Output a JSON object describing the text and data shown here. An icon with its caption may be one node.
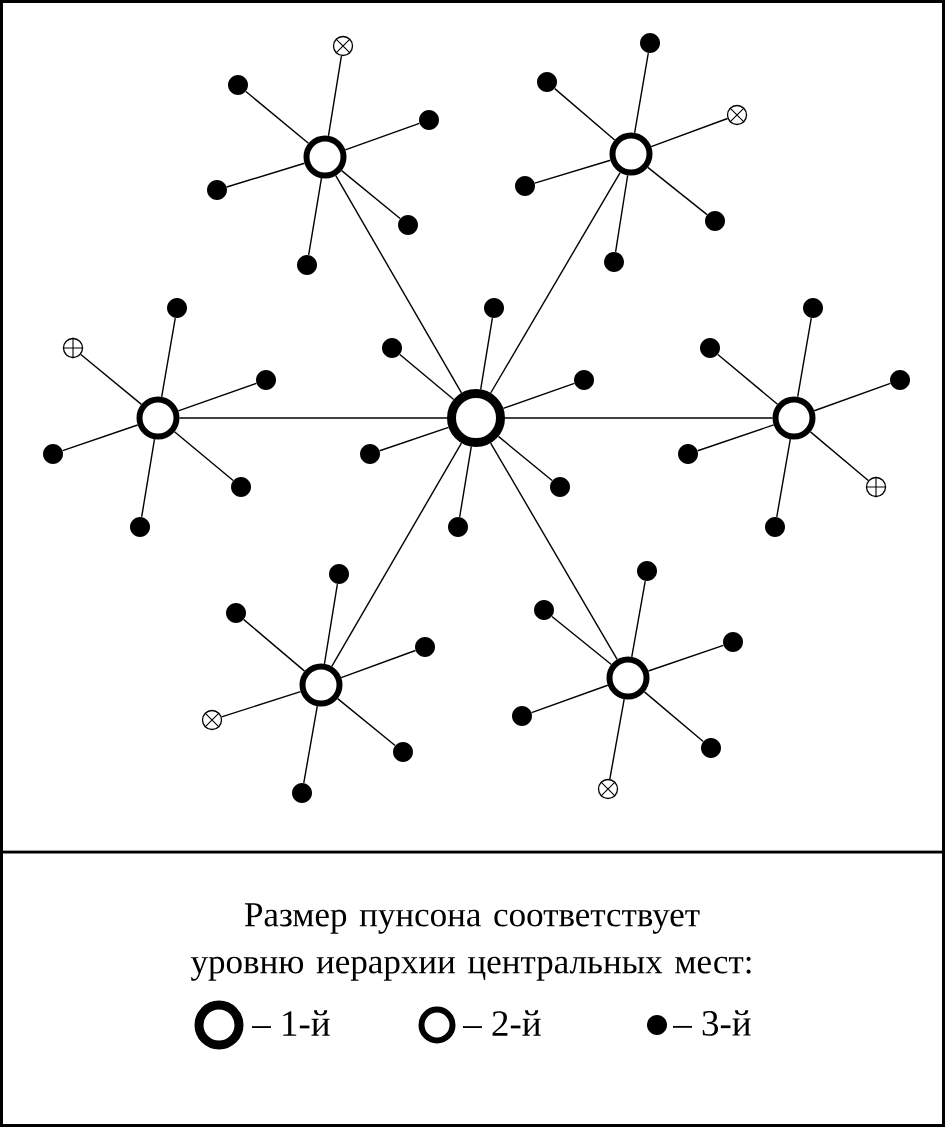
{
  "diagram": {
    "nodes": [
      {
        "text": [],
        "shape": "dot"
      },
      {
        "text": [],
        "shape": "cross"
      },
      {
        "text": [],
        "shape": "dot"
      },
      {
        "text": [],
        "shape": "dot"
      },
      {
        "text": [],
        "shape": "cross"
      },
      {
        "text": [],
        "shape": "dot"
      },
      {
        "text": [],
        "shape": "ring"
      },
      {
        "text": [],
        "shape": "ring"
      },
      {
        "text": [],
        "shape": "dot"
      },
      {
        "text": [],
        "shape": "dot"
      },
      {
        "text": [],
        "shape": "dot"
      },
      {
        "text": [],
        "shape": "dot"
      },
      {
        "text": [],
        "shape": "dot"
      },
      {
        "text": [],
        "shape": "dot"
      },
      {
        "text": [],
        "shape": "dot"
      },
      {
        "text": [],
        "shape": "dot"
      },
      {
        "text": [],
        "shape": "dot"
      },
      {
        "text": [],
        "shape": "plus"
      },
      {
        "text": [],
        "shape": "dot"
      },
      {
        "text": [],
        "shape": "dot"
      },
      {
        "text": [],
        "shape": "dot"
      },
      {
        "text": [],
        "shape": "dot"
      },
      {
        "text": [],
        "shape": "dot"
      },
      {
        "text": [],
        "shape": "ring"
      },
      {
        "text": [],
        "shape": "ring"
      },
      {
        "text": [],
        "shape": "ring"
      },
      {
        "text": [],
        "shape": "dot"
      },
      {
        "text": [],
        "shape": "dot"
      },
      {
        "text": [],
        "shape": "dot"
      },
      {
        "text": [],
        "shape": "dot"
      },
      {
        "text": [],
        "shape": "dot"
      },
      {
        "text": [],
        "shape": "plus"
      },
      {
        "text": [],
        "shape": "dot"
      },
      {
        "text": [],
        "shape": "dot"
      },
      {
        "text": [],
        "shape": "dot"
      },
      {
        "text": [],
        "shape": "dot"
      },
      {
        "text": [],
        "shape": "dot"
      },
      {
        "text": [],
        "shape": "dot"
      },
      {
        "text": [],
        "shape": "dot"
      },
      {
        "text": [],
        "shape": "dot"
      },
      {
        "text": [],
        "shape": "dot"
      },
      {
        "text": [],
        "shape": "ring"
      },
      {
        "text": [],
        "shape": "ring"
      },
      {
        "text": [],
        "shape": "dot"
      },
      {
        "text": [],
        "shape": "cross"
      },
      {
        "text": [],
        "shape": "dot"
      },
      {
        "text": [],
        "shape": "dot"
      },
      {
        "text": [],
        "shape": "cross"
      },
      {
        "text": [],
        "shape": "dot"
      }
    ],
    "edges": [
      {
        "from": 24,
        "to": 7,
        "arrow": "none"
      },
      {
        "from": 24,
        "to": 6,
        "arrow": "none"
      },
      {
        "from": 24,
        "to": 23,
        "arrow": "none"
      },
      {
        "from": 24,
        "to": 25,
        "arrow": "none"
      },
      {
        "from": 24,
        "to": 42,
        "arrow": "none"
      },
      {
        "from": 24,
        "to": 41,
        "arrow": "none"
      },
      {
        "from": 24,
        "to": 15,
        "arrow": "none"
      },
      {
        "from": 24,
        "to": 18,
        "arrow": "none"
      },
      {
        "from": 24,
        "to": 21,
        "arrow": "none"
      },
      {
        "from": 24,
        "to": 27,
        "arrow": "none"
      },
      {
        "from": 24,
        "to": 30,
        "arrow": "none"
      },
      {
        "from": 24,
        "to": 33,
        "arrow": "none"
      },
      {
        "from": 7,
        "to": 3,
        "arrow": "none"
      },
      {
        "from": 7,
        "to": 1,
        "arrow": "none"
      },
      {
        "from": 7,
        "to": 5,
        "arrow": "none"
      },
      {
        "from": 7,
        "to": 9,
        "arrow": "none"
      },
      {
        "from": 7,
        "to": 11,
        "arrow": "none"
      },
      {
        "from": 7,
        "to": 13,
        "arrow": "none"
      },
      {
        "from": 6,
        "to": 2,
        "arrow": "none"
      },
      {
        "from": 6,
        "to": 0,
        "arrow": "none"
      },
      {
        "from": 6,
        "to": 4,
        "arrow": "none"
      },
      {
        "from": 6,
        "to": 8,
        "arrow": "none"
      },
      {
        "from": 6,
        "to": 10,
        "arrow": "none"
      },
      {
        "from": 6,
        "to": 12,
        "arrow": "none"
      },
      {
        "from": 23,
        "to": 17,
        "arrow": "none"
      },
      {
        "from": 23,
        "to": 14,
        "arrow": "none"
      },
      {
        "from": 23,
        "to": 20,
        "arrow": "none"
      },
      {
        "from": 23,
        "to": 26,
        "arrow": "none"
      },
      {
        "from": 23,
        "to": 29,
        "arrow": "none"
      },
      {
        "from": 23,
        "to": 32,
        "arrow": "none"
      },
      {
        "from": 25,
        "to": 19,
        "arrow": "none"
      },
      {
        "from": 25,
        "to": 16,
        "arrow": "none"
      },
      {
        "from": 25,
        "to": 22,
        "arrow": "none"
      },
      {
        "from": 25,
        "to": 28,
        "arrow": "none"
      },
      {
        "from": 25,
        "to": 31,
        "arrow": "none"
      },
      {
        "from": 25,
        "to": 34,
        "arrow": "none"
      },
      {
        "from": 42,
        "to": 38,
        "arrow": "none"
      },
      {
        "from": 42,
        "to": 36,
        "arrow": "none"
      },
      {
        "from": 42,
        "to": 40,
        "arrow": "none"
      },
      {
        "from": 42,
        "to": 44,
        "arrow": "none"
      },
      {
        "from": 42,
        "to": 46,
        "arrow": "none"
      },
      {
        "from": 42,
        "to": 48,
        "arrow": "none"
      },
      {
        "from": 41,
        "to": 37,
        "arrow": "none"
      },
      {
        "from": 41,
        "to": 35,
        "arrow": "none"
      },
      {
        "from": 41,
        "to": 39,
        "arrow": "none"
      },
      {
        "from": 41,
        "to": 43,
        "arrow": "none"
      },
      {
        "from": 41,
        "to": 45,
        "arrow": "none"
      },
      {
        "from": 41,
        "to": 47,
        "arrow": "none"
      }
    ],
    "labels": [
      "Размер пунсона соответствует уровню иерархии центральных мест:"
    ],
    "legend": [
      {
        "text": "– 1-й"
      },
      {
        "text": "– 2-й"
      },
      {
        "text": "– 3-й"
      }
    ]
  }
}
